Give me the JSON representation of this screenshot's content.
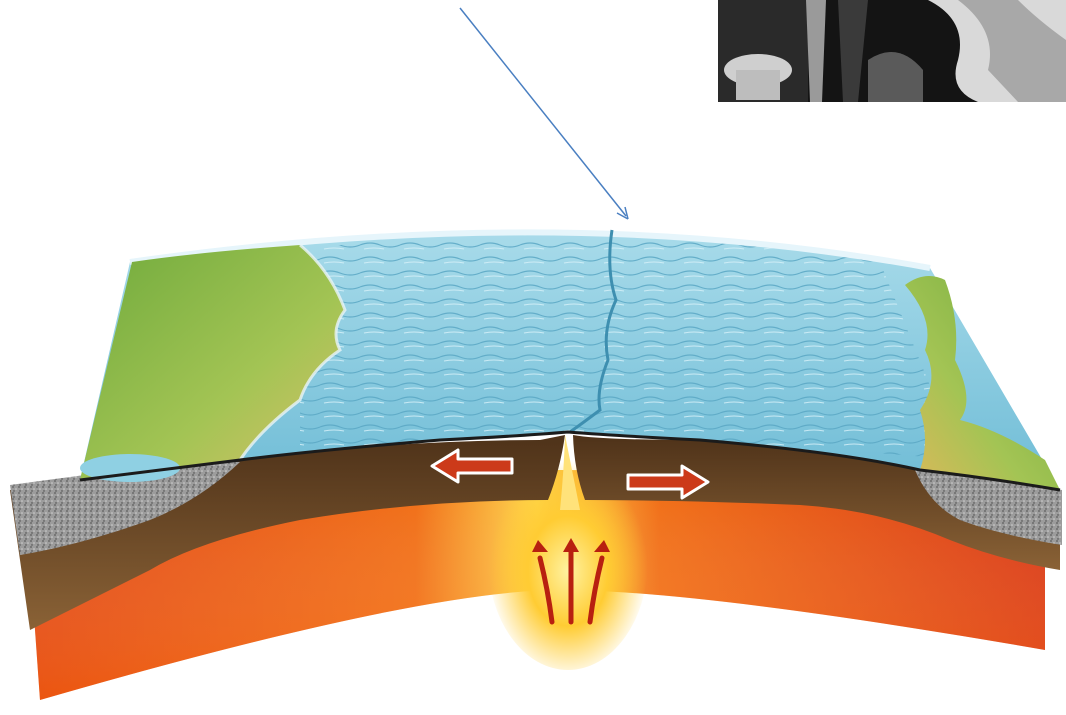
{
  "diagram": {
    "subject": "mid-ocean-ridge-cross-section",
    "colors": {
      "ocean": "#7fc8de",
      "land": "#8cc048",
      "crust_gray": "#9a9a9a",
      "lithosphere": "#6e4a2c",
      "mantle_red": "#d8320e",
      "magma_yellow": "#ffd84a",
      "arrow_red": "#cc3a1a",
      "pointer_blue": "#4a7fc1"
    },
    "plate_motion": [
      "left-arrow",
      "right-arrow"
    ],
    "upwelling_arrows": 3
  },
  "inset_photo": {
    "tone": "black-and-white"
  }
}
